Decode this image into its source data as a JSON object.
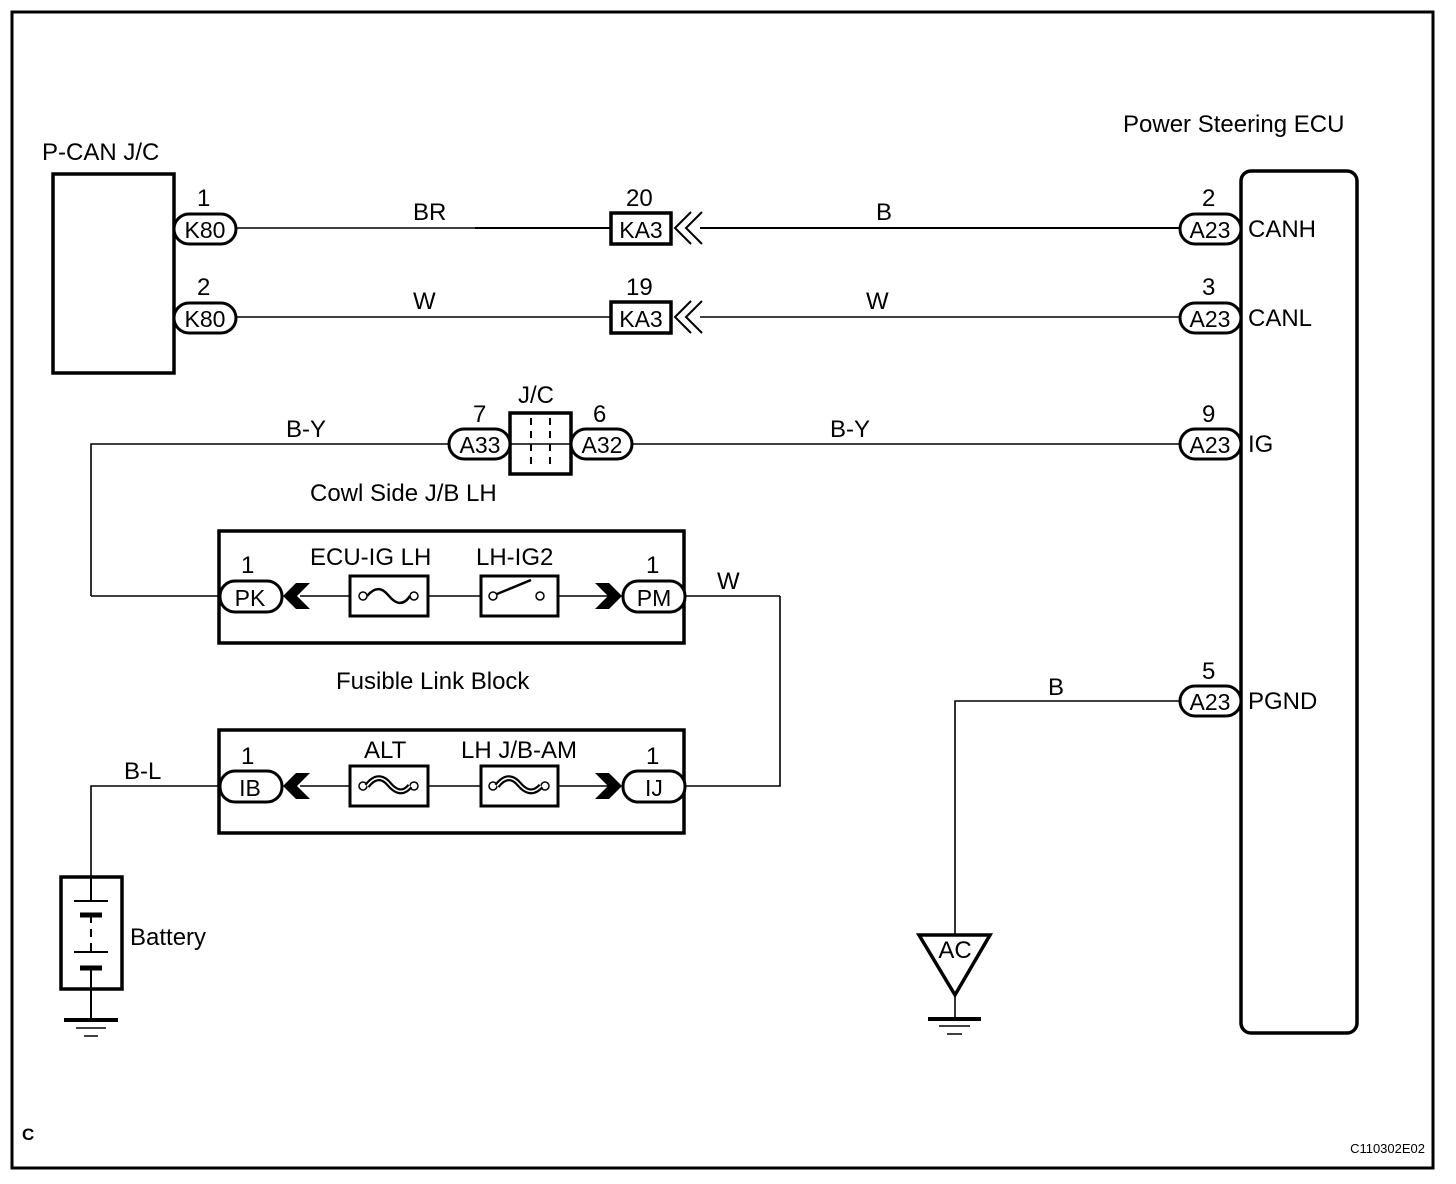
{
  "diagram": {
    "corner_label": "C",
    "figure_code": "C110302E02",
    "components": {
      "pcan_jc": {
        "label": "P-CAN J/C"
      },
      "ps_ecu": {
        "label": "Power Steering ECU"
      },
      "jc": {
        "label": "J/C"
      },
      "cowl_side_jb": {
        "label": "Cowl Side J/B LH"
      },
      "fusible_link_block": {
        "label": "Fusible Link Block"
      },
      "battery": {
        "label": "Battery"
      },
      "ground_ac": {
        "label": "AC"
      }
    },
    "connectors": {
      "k80_1": {
        "code": "K80",
        "pin": "1"
      },
      "k80_2": {
        "code": "K80",
        "pin": "2"
      },
      "ka3_20": {
        "code": "KA3",
        "pin": "20"
      },
      "ka3_19": {
        "code": "KA3",
        "pin": "19"
      },
      "a23_2": {
        "code": "A23",
        "pin": "2",
        "terminal": "CANH"
      },
      "a23_3": {
        "code": "A23",
        "pin": "3",
        "terminal": "CANL"
      },
      "a23_9": {
        "code": "A23",
        "pin": "9",
        "terminal": "IG"
      },
      "a23_5": {
        "code": "A23",
        "pin": "5",
        "terminal": "PGND"
      },
      "a33_7": {
        "code": "A33",
        "pin": "7"
      },
      "a32_6": {
        "code": "A32",
        "pin": "6"
      },
      "pk_1": {
        "code": "PK",
        "pin": "1"
      },
      "pm_1": {
        "code": "PM",
        "pin": "1"
      },
      "ib_1": {
        "code": "IB",
        "pin": "1"
      },
      "ij_1": {
        "code": "IJ",
        "pin": "1"
      }
    },
    "fuses": {
      "ecu_ig_lh": {
        "label": "ECU-IG LH",
        "type": "fuse"
      },
      "lh_ig2": {
        "label": "LH-IG2",
        "type": "relay-switch"
      },
      "alt": {
        "label": "ALT",
        "type": "fusible-link"
      },
      "lh_jb_am": {
        "label": "LH J/B-AM",
        "type": "fusible-link"
      }
    },
    "wires": {
      "canh_left": "BR",
      "canh_right": "B",
      "canl_left": "W",
      "canl_right": "W",
      "ig_left": "B-Y",
      "ig_right": "B-Y",
      "pm_ij": "W",
      "battery": "B-L",
      "pgnd": "B"
    }
  }
}
